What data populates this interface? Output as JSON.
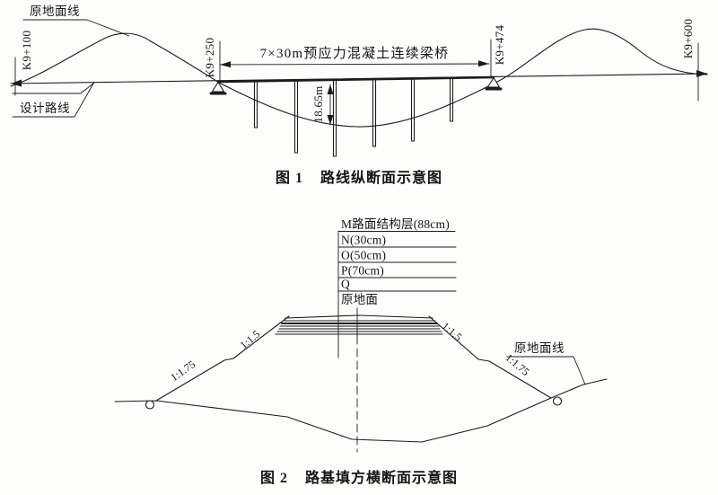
{
  "figure1": {
    "caption_number": "图 1",
    "caption_title": "路线纵断面示意图",
    "original_ground_label": "原地面线",
    "design_line_label": "设计路线",
    "stations": {
      "left_end": "K9+100",
      "bridge_start": "K9+250",
      "bridge_end": "K9+474",
      "right_end": "K9+600"
    },
    "bridge_label": "7×30m预应力混凝土连续梁桥",
    "bridge_height": "18.65m"
  },
  "figure2": {
    "caption_number": "图 2",
    "caption_title": "路基填方横断面示意图",
    "layers": [
      "M路面结构层(88cm)",
      "N(30cm)",
      "O(50cm)",
      "P(70cm)",
      "Q",
      "原地面"
    ],
    "slopes": {
      "left_lower": "1:1.75",
      "left_upper": "1:1.5",
      "right_upper": "1:1.5",
      "right_lower": "1:1.75"
    },
    "original_ground_label": "原地面线"
  }
}
